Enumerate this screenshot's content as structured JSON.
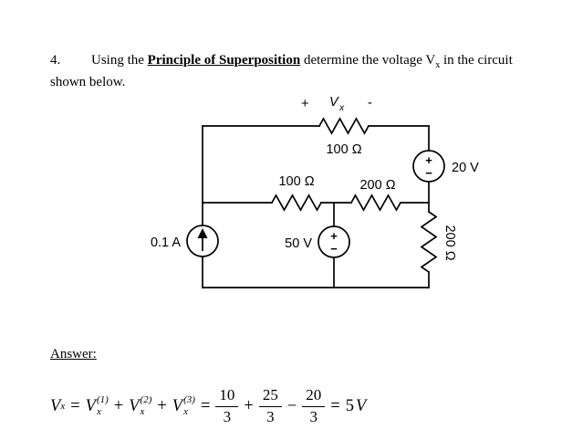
{
  "problem": {
    "number": "4.",
    "intro": "Using the ",
    "emphasis": "Principle of Superposition",
    "middle": " determine the voltage V",
    "v_subscript": "x",
    "tail": " in the circuit",
    "line2": "shown below."
  },
  "circuit": {
    "vx_plus": "+",
    "vx_v": "V",
    "vx_sub": "x",
    "vx_minus": "-",
    "resistor_top_label": "100 Ω",
    "resistor_mid_left_label": "100 Ω",
    "resistor_mid_right_label": "200 Ω",
    "resistor_right_label": "200 Ω",
    "source_20v_label": "20 V",
    "source_50v_label": "50 V",
    "current_source_label": "0.1 A",
    "plus": "+",
    "minus": "−"
  },
  "answer": {
    "label": "Answer:",
    "formula": {
      "v": "V",
      "x": "x",
      "sup1": "(1)",
      "sup2": "(2)",
      "sup3": "(3)",
      "eq": "=",
      "plus": "+",
      "minus": "−",
      "frac1_num": "10",
      "frac1_den": "3",
      "frac2_num": "25",
      "frac2_den": "3",
      "frac3_num": "20",
      "frac3_den": "3",
      "result_value": "5",
      "result_unit": "V"
    }
  }
}
